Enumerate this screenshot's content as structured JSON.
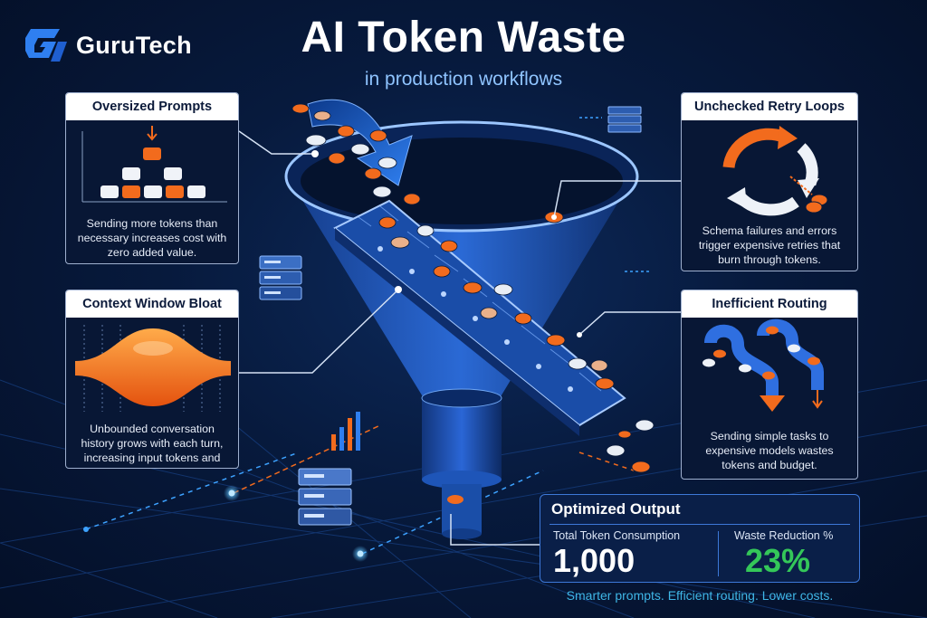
{
  "brand": {
    "name": "GuruTech"
  },
  "header": {
    "title": "AI Token Waste",
    "subtitle": "in production workflows"
  },
  "cards": {
    "oversized": {
      "title": "Oversized Prompts",
      "description": "Sending more tokens than necessary increases cost with zero added value."
    },
    "bloat": {
      "title": "Context Window Bloat",
      "description": "Unbounded conversation history grows with each turn, increasing input tokens and costs."
    },
    "retry": {
      "title": "Unchecked Retry Loops",
      "description": "Schema failures and errors trigger expensive retries that burn through tokens."
    },
    "routing": {
      "title": "Inefficient Routing",
      "description": "Sending simple tasks to expensive models wastes tokens and budget."
    }
  },
  "output": {
    "title": "Optimized Output",
    "metrics": [
      {
        "label": "Total Token Consumption",
        "value": "1,000"
      },
      {
        "label": "Waste Reduction %",
        "value": "23%"
      }
    ],
    "tagline": "Smarter prompts. Efficient routing. Lower costs."
  },
  "colors": {
    "background": "#071a3d",
    "accent_orange": "#f26b1d",
    "accent_blue": "#2f7ff0",
    "success_green": "#34c759",
    "token_white": "#e9eef5"
  },
  "icons": {
    "logo": "gurutech-logo-icon",
    "funnel": "funnel-icon",
    "conveyor": "conveyor-belt-icon",
    "server": "server-rack-icon",
    "retry": "circular-arrows-icon",
    "routing": "routing-paths-icon"
  }
}
